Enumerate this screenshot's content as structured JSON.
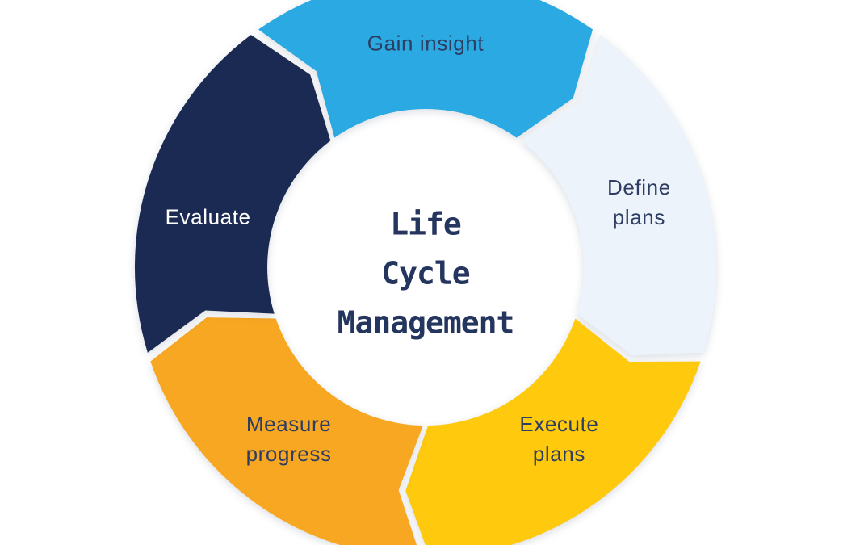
{
  "diagram": {
    "title_lines": [
      "Life",
      "Cycle",
      "Management"
    ],
    "title_color": "#24355E",
    "background_color": "#FFFFFF",
    "flow_direction": "clockwise",
    "label_color_default": "#2E3D62",
    "segments": [
      {
        "id": "gain-insight",
        "lines": [
          "Gain insight"
        ],
        "color": "#2BA9E2",
        "text_color": "#2E3D62"
      },
      {
        "id": "define-plans",
        "lines": [
          "Define",
          "plans"
        ],
        "color": "#ECF3FA",
        "text_color": "#2E3D62"
      },
      {
        "id": "execute-plans",
        "lines": [
          "Execute",
          "plans"
        ],
        "color": "#FFC90D",
        "text_color": "#2E3D62"
      },
      {
        "id": "measure-progress",
        "lines": [
          "Measure",
          "progress"
        ],
        "color": "#F7A722",
        "text_color": "#2E3D62"
      },
      {
        "id": "evaluate",
        "lines": [
          "Evaluate"
        ],
        "color": "#1B2A52",
        "text_color": "#FFFFFF"
      }
    ]
  }
}
